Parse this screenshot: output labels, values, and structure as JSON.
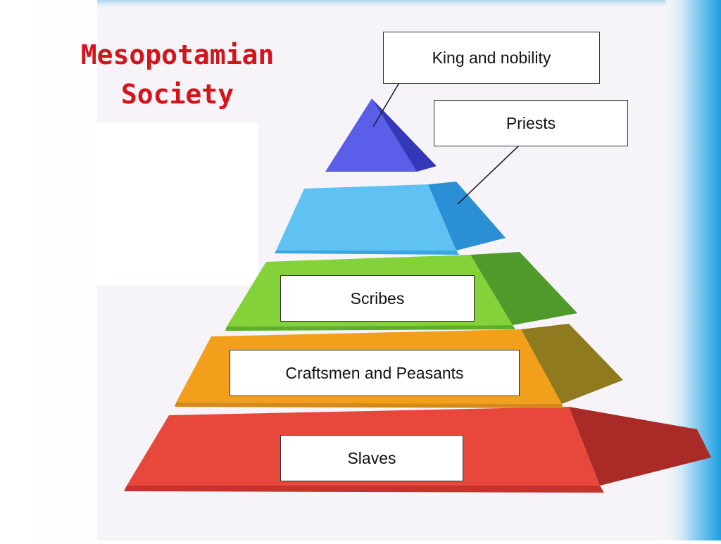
{
  "title": {
    "line1": "Mesopotamian",
    "line2": "Society"
  },
  "labels": {
    "king": "King and nobility",
    "priests": "Priests",
    "scribes": "Scribes",
    "craftsmen": "Craftsmen and Peasants",
    "slaves": "Slaves"
  },
  "colors": {
    "title": "#d4141b",
    "king_tier": "#5a5ee6",
    "priests_tier": "#5cc0f2",
    "scribes_tier": "#86d63a",
    "craftsmen_tier": "#f2a21c",
    "slaves_tier": "#ea4a3e",
    "right_stripe": "#2aa8e6"
  }
}
